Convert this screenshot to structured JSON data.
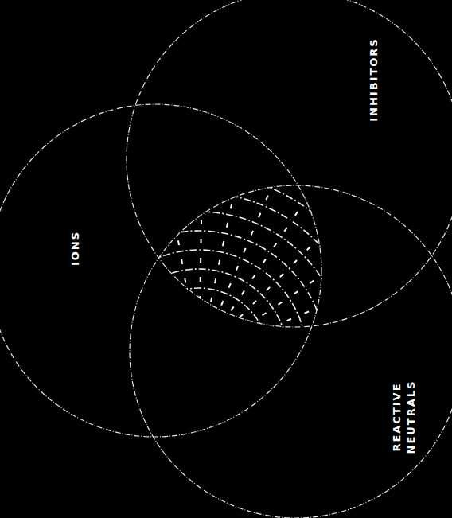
{
  "diagram": {
    "nodes": [
      {
        "text": [
          "IONS"
        ]
      },
      {
        "text": [
          "INHIBITORS"
        ]
      },
      {
        "text": [
          "REACTIVE NEUTRALS"
        ]
      }
    ]
  }
}
